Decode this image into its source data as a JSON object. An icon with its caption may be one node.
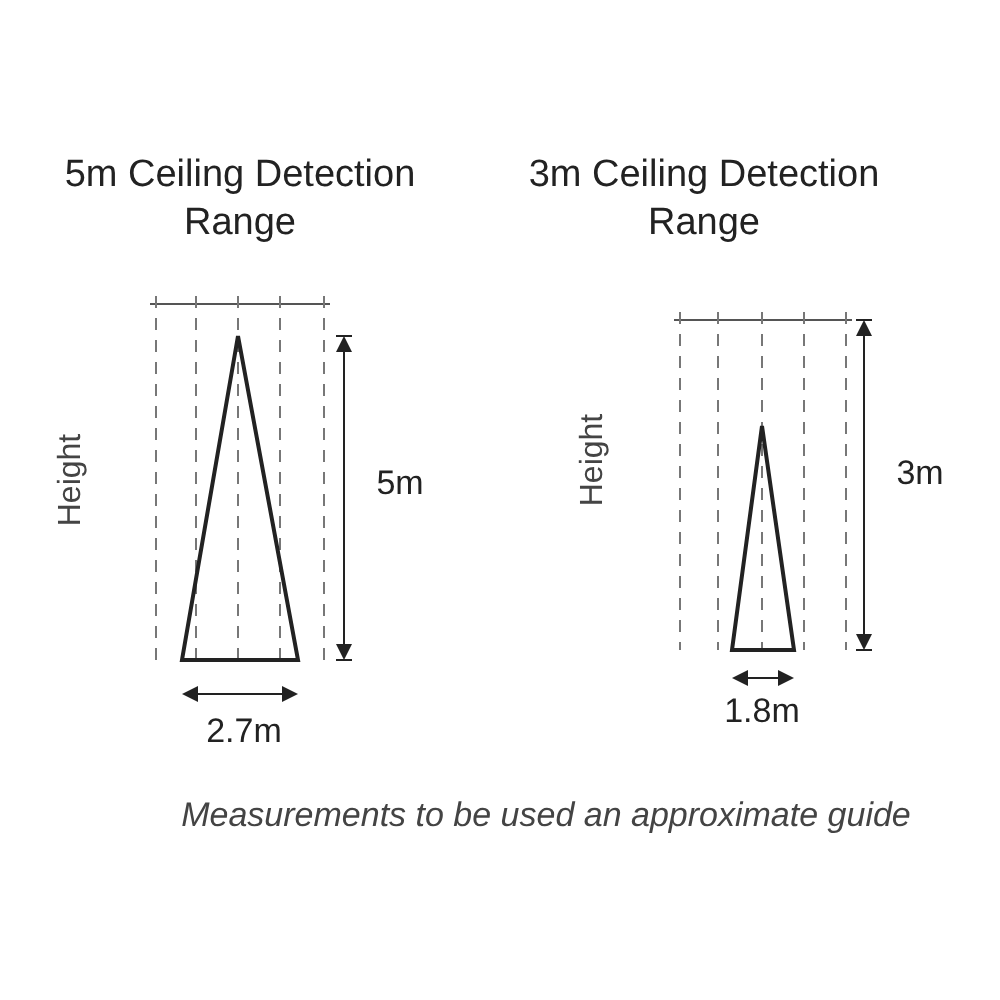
{
  "diagram": {
    "caption": "Measurements to be used an approximate guide",
    "labels": [
      "5m Ceiling Detection Range",
      "3m Ceiling Detection Range",
      "Height",
      "5m",
      "2.7m",
      "Height",
      "3m",
      "1.8m"
    ]
  }
}
